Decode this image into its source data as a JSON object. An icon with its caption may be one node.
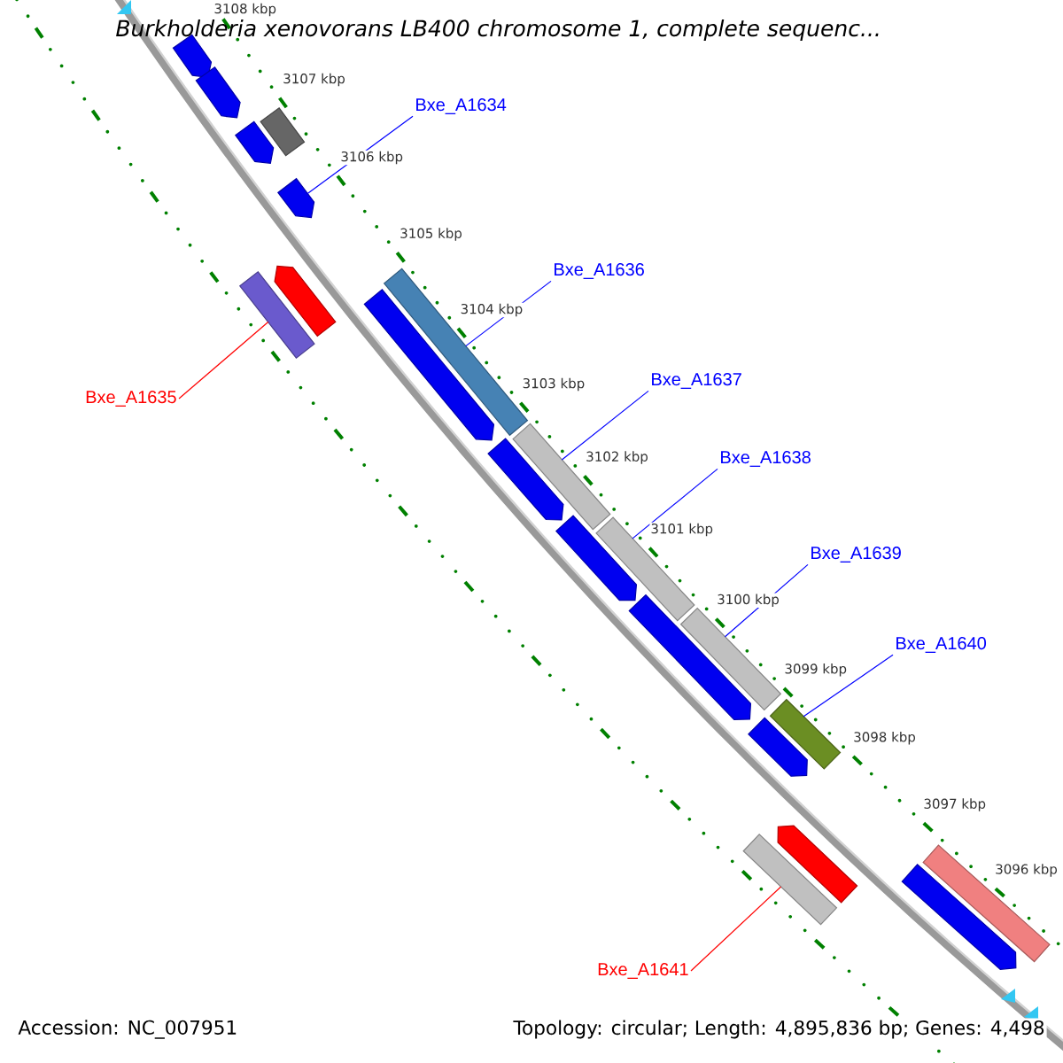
{
  "diagram": {
    "title": "Burkholderia xenovorans LB400 chromosome 1, complete sequenc...",
    "nodes": [
      {
        "text": [
          "Bxe_A1634"
        ]
      },
      {
        "text": [
          "Bxe_A1635"
        ]
      },
      {
        "text": [
          "Bxe_A1636"
        ]
      },
      {
        "text": [
          "Bxe_A1637"
        ]
      },
      {
        "text": [
          "Bxe_A1638"
        ]
      },
      {
        "text": [
          "Bxe_A1639"
        ]
      },
      {
        "text": [
          "Bxe_A1640"
        ]
      },
      {
        "text": [
          "Bxe_A1641"
        ]
      },
      {
        "text": [],
        "shape": "pentagon"
      },
      {
        "text": [],
        "shape": "pentagon"
      },
      {
        "text": [],
        "shape": "bar"
      },
      {
        "text": [],
        "shape": "pentagon"
      },
      {
        "text": [],
        "shape": "pentagon"
      },
      {
        "text": [],
        "shape": "pentagon"
      },
      {
        "text": [],
        "shape": "bar"
      },
      {
        "text": [],
        "shape": "pentagon"
      },
      {
        "text": [],
        "shape": "bar"
      },
      {
        "text": [],
        "shape": "bar"
      },
      {
        "text": [],
        "shape": "pentagon"
      },
      {
        "text": [],
        "shape": "bar"
      },
      {
        "text": [],
        "shape": "pentagon"
      },
      {
        "text": [],
        "shape": "bar"
      },
      {
        "text": [],
        "shape": "pentagon"
      },
      {
        "text": [],
        "shape": "pentagon"
      },
      {
        "text": [],
        "shape": "bar"
      },
      {
        "text": [],
        "shape": "pentagon"
      },
      {
        "text": [],
        "shape": "bar"
      },
      {
        "text": [],
        "shape": "pentagon"
      },
      {
        "text": [],
        "shape": "bar"
      }
    ],
    "edges": [
      {
        "from": 0,
        "to": 12,
        "arrow": "none"
      },
      {
        "from": 1,
        "to": 14,
        "arrow": "none",
        "color": "#ff0000"
      },
      {
        "from": 2,
        "to": 16,
        "arrow": "none"
      },
      {
        "from": 3,
        "to": 17,
        "arrow": "none"
      },
      {
        "from": 4,
        "to": 19,
        "arrow": "none"
      },
      {
        "from": 5,
        "to": 21,
        "arrow": "none"
      },
      {
        "from": 6,
        "to": 24,
        "arrow": "none"
      },
      {
        "from": 7,
        "to": 26,
        "arrow": "none",
        "color": "#ff0000"
      }
    ],
    "labels": [
      "3108 kbp",
      "3107 kbp",
      "3106 kbp",
      "3105 kbp",
      "3104 kbp",
      "3103 kbp",
      "3102 kbp",
      "3101 kbp",
      "3100 kbp",
      "3099 kbp",
      "3098 kbp",
      "3097 kbp",
      "3096 kbp",
      "Accession: NC_007951",
      "Topology: circular; Length: 4,895,836 bp; Genes: 4,498"
    ]
  }
}
